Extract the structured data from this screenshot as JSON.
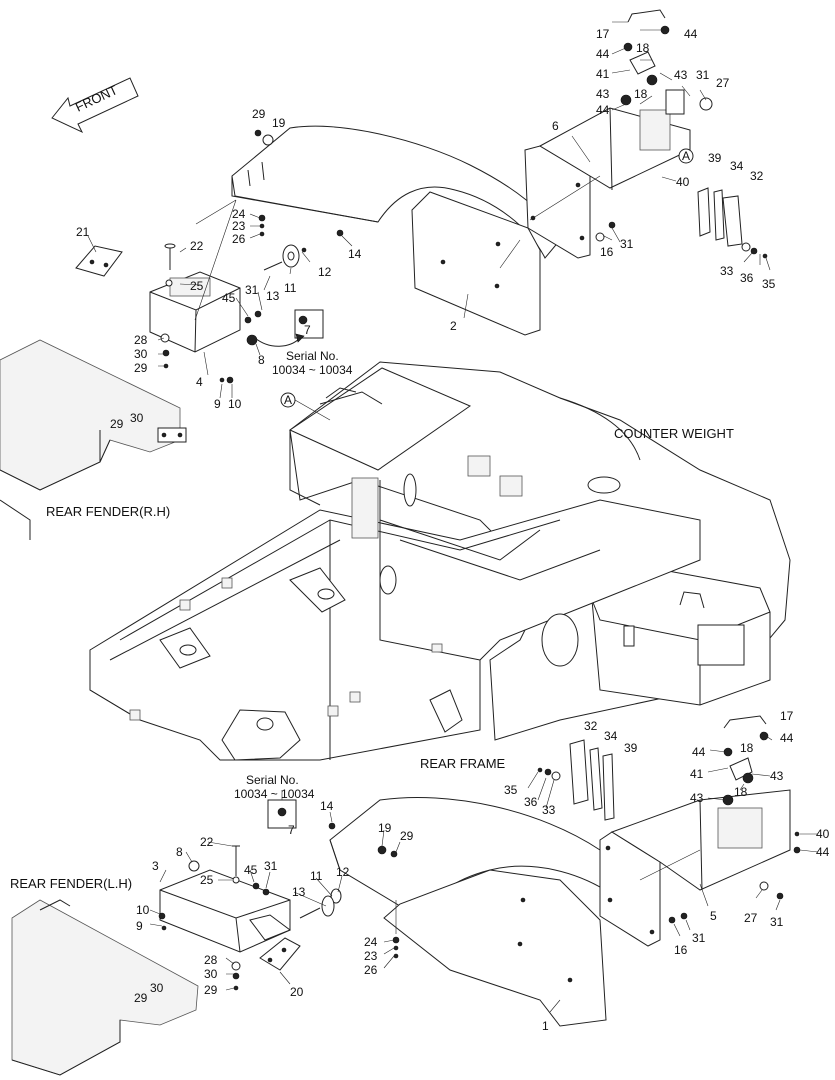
{
  "front_label": "FRONT",
  "region_labels": {
    "counter_weight": "COUNTER WEIGHT",
    "rear_fender_rh": "REAR FENDER(R.H)",
    "rear_frame": "REAR FRAME",
    "rear_fender_lh": "REAR FENDER(L.H)"
  },
  "detail_marker": "A",
  "serial_note_top": {
    "line1": "Serial No.",
    "line2": "10034 ~ 10034",
    "part": "7"
  },
  "serial_note_bottom": {
    "line1": "Serial No.",
    "line2": "10034 ~ 10034",
    "part": "7"
  },
  "callouts_top": [
    "17",
    "44",
    "44",
    "18",
    "41",
    "43",
    "31",
    "27",
    "43",
    "18",
    "44",
    "6",
    "39",
    "34",
    "32",
    "40",
    "31",
    "16",
    "33",
    "36",
    "35",
    "29",
    "19",
    "21",
    "22",
    "24",
    "23",
    "26",
    "14",
    "12",
    "11",
    "13",
    "25",
    "45",
    "31",
    "28",
    "30",
    "29",
    "4",
    "9",
    "10",
    "8",
    "29",
    "30",
    "2"
  ],
  "callouts_bottom": [
    "32",
    "34",
    "39",
    "17",
    "44",
    "44",
    "18",
    "41",
    "43",
    "43",
    "18",
    "35",
    "36",
    "33",
    "14",
    "19",
    "29",
    "40",
    "44",
    "22",
    "8",
    "3",
    "25",
    "45",
    "31",
    "11",
    "12",
    "13",
    "10",
    "9",
    "28",
    "30",
    "29",
    "29",
    "30",
    "20",
    "24",
    "23",
    "26",
    "5",
    "27",
    "31",
    "16",
    "31",
    "1"
  ]
}
